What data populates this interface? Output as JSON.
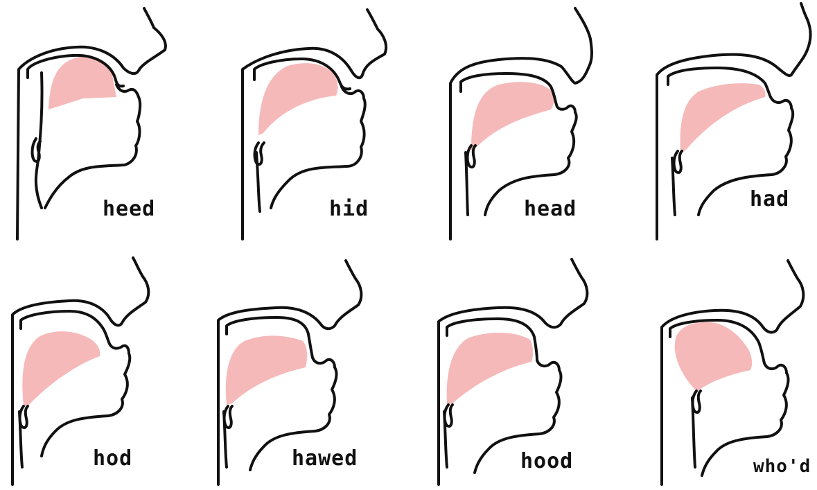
{
  "panels": [
    {
      "word": "heed"
    },
    {
      "word": "hid"
    },
    {
      "word": "head"
    },
    {
      "word": "had"
    },
    {
      "word": "hod"
    },
    {
      "word": "hawed"
    },
    {
      "word": "hood"
    },
    {
      "word": "who'd"
    }
  ],
  "colors": {
    "tongue_fill": "#f6b9b9",
    "outline": "#111111",
    "background": "#ffffff"
  }
}
